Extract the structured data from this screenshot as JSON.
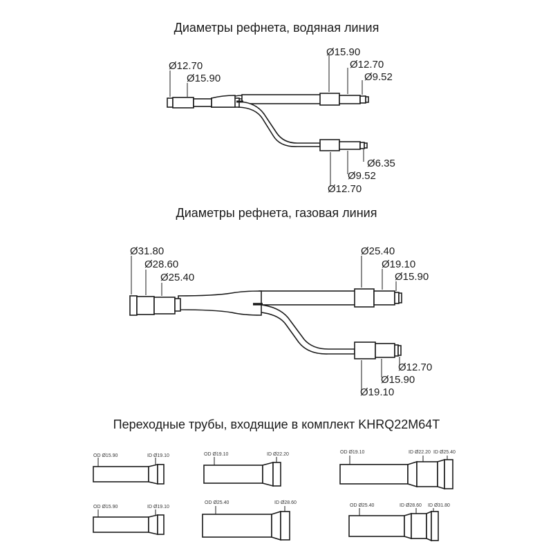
{
  "titles": {
    "water": "Диаметры рефнета, водяная линия",
    "gas": "Диаметры рефнета, газовая линия",
    "adapters": "Переходные трубы, входящие в комплект KHRQ22M64T"
  },
  "water_labels": {
    "in_a": "Ø12.70",
    "in_b": "Ø15.90",
    "up_a": "Ø15.90",
    "up_b": "Ø12.70",
    "up_c": "Ø9.52",
    "lo_a": "Ø6.35",
    "lo_b": "Ø9.52",
    "lo_c": "Ø12.70"
  },
  "gas_labels": {
    "in_a": "Ø31.80",
    "in_b": "Ø28.60",
    "in_c": "Ø25.40",
    "up_a": "Ø25.40",
    "up_b": "Ø19.10",
    "up_c": "Ø15.90",
    "lo_a": "Ø12.70",
    "lo_b": "Ø15.90",
    "lo_c": "Ø19.10"
  },
  "adapters": [
    {
      "od": "OD Ø15.90",
      "id": "ID Ø19.10"
    },
    {
      "od": "OD Ø19.10",
      "id": "ID Ø22.20"
    },
    {
      "od": "OD Ø19.10",
      "id": "ID Ø22.20",
      "id2": "ID Ø25.40"
    },
    {
      "od": "OD Ø15.90",
      "id": "ID Ø19.10"
    },
    {
      "od": "OD Ø25.40",
      "id": "ID Ø28.60"
    },
    {
      "od": "OD Ø25.40",
      "id": "ID Ø28.60",
      "id2": "ID Ø31.80"
    }
  ]
}
